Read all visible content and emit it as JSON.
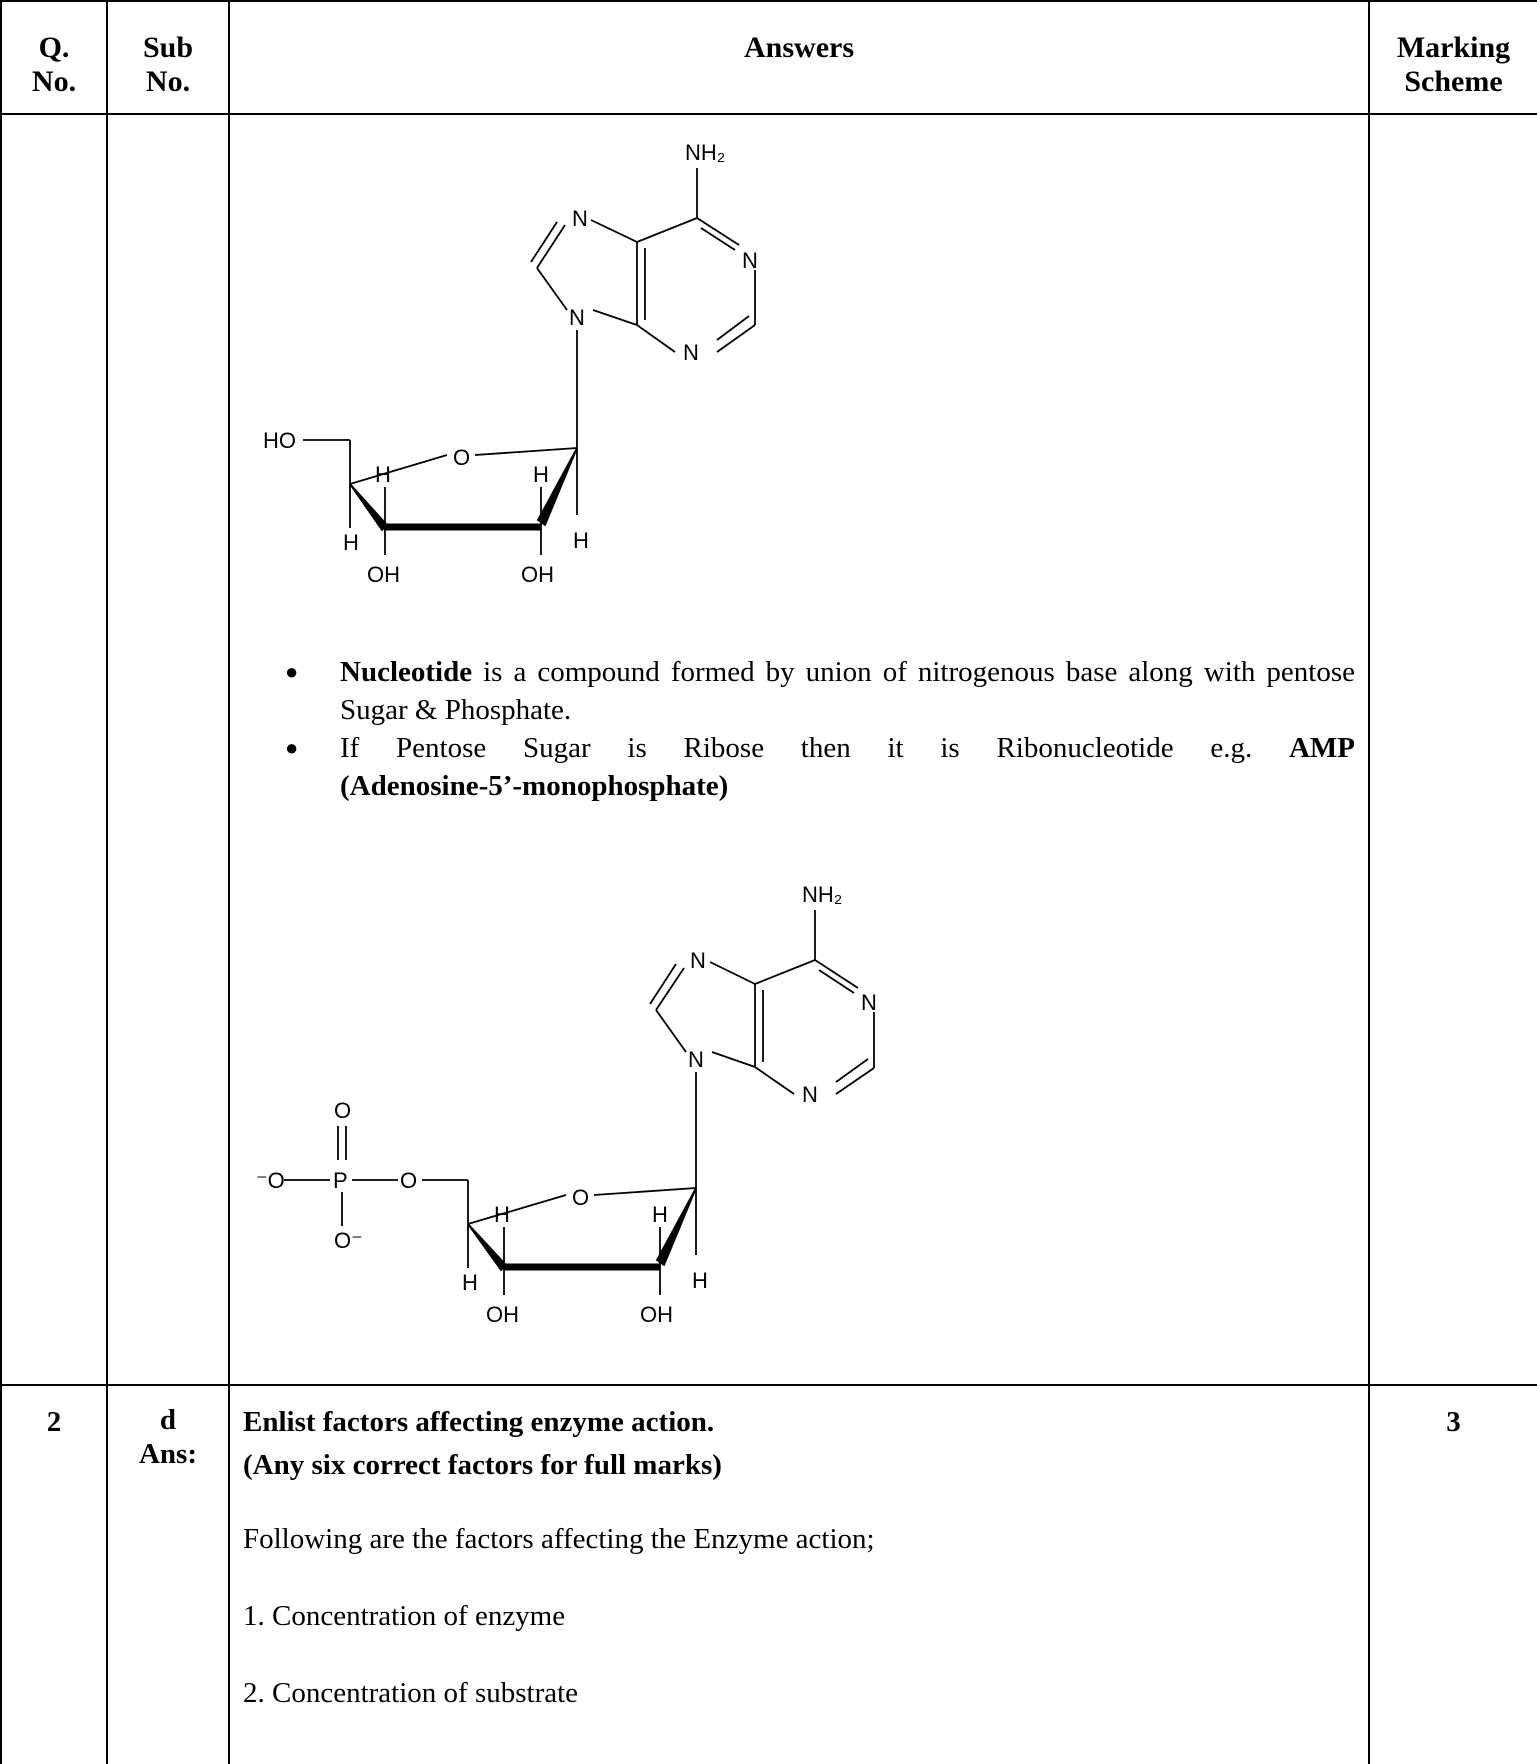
{
  "header": {
    "qno": "Q.\nNo.",
    "qno_l1": "Q.",
    "qno_l2": "No.",
    "subno_l1": "Sub",
    "subno_l2": "No.",
    "answers": "Answers",
    "marking_l1": "Marking",
    "marking_l2": "Scheme"
  },
  "row1": {
    "molecule1_labels": {
      "nh2": "NH₂",
      "n": "N",
      "ho": "HO",
      "o": "O",
      "h": "H",
      "oh": "OH"
    },
    "bullets": [
      {
        "bold_lead": "Nucleotide",
        "text": " is a compound formed by union of nitrogenous base along with pentose Sugar & Phosphate."
      },
      {
        "text_line1": "If Pentose Sugar is Ribose then it is Ribonucleotide e.g.",
        "bold_tail": "AMP",
        "bold_line2": "(Adenosine-5’-monophosphate)"
      }
    ],
    "molecule2_labels": {
      "nh2": "NH₂",
      "n": "N",
      "o": "O",
      "o_minus": "O⁻",
      "minus_o": "⁻O",
      "p": "P",
      "h": "H",
      "oh": "OH"
    }
  },
  "row2": {
    "qno": "2",
    "subno": "d",
    "ans_label": "Ans:",
    "question": "Enlist factors affecting enzyme action.",
    "note": "(Any six correct factors for full marks)",
    "intro": "Following are the factors affecting the Enzyme action;",
    "factors": [
      "1. Concentration of enzyme",
      "2. Concentration of substrate"
    ],
    "marks": "3"
  }
}
